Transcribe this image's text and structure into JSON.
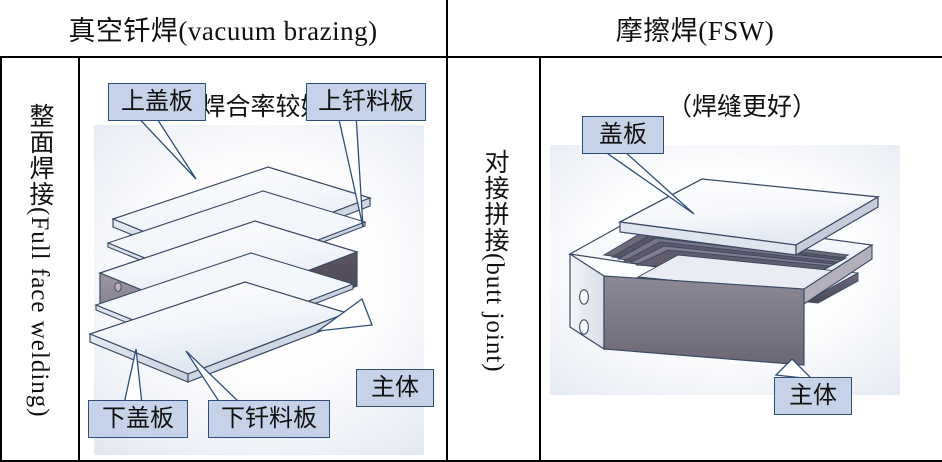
{
  "table": {
    "headers": [
      {
        "id": "vacuum-brazing",
        "text": "真空钎焊(vacuum brazing)"
      },
      {
        "id": "fsw",
        "text": "摩擦焊(FSW)"
      }
    ],
    "row_labels": [
      {
        "id": "full-face-welding",
        "text": "整面焊接(Full face welding)"
      },
      {
        "id": "butt-joint",
        "text": "对接拼接(butt joint)"
      }
    ]
  },
  "panels": {
    "left": {
      "subtitle": "（焊合率较好）",
      "callouts": [
        {
          "id": "upper-cover-plate",
          "text": "上盖板"
        },
        {
          "id": "upper-braze-sheet",
          "text": "上钎料板"
        },
        {
          "id": "body",
          "text": "主体"
        },
        {
          "id": "lower-cover-plate",
          "text": "下盖板"
        },
        {
          "id": "lower-braze-sheet",
          "text": "下钎料板"
        }
      ]
    },
    "right": {
      "subtitle": "（焊缝更好）",
      "callouts": [
        {
          "id": "cover-plate",
          "text": "盖板"
        },
        {
          "id": "body",
          "text": "主体"
        }
      ]
    }
  },
  "colors": {
    "callout_fill": "#c5d2e8",
    "callout_border": "#2f4f7a",
    "grid_line": "#000000",
    "plate_light": "#eef2f8",
    "plate_edge": "#3b4a63",
    "body_dark": "#4a4550",
    "body_mid": "#8a8692"
  }
}
